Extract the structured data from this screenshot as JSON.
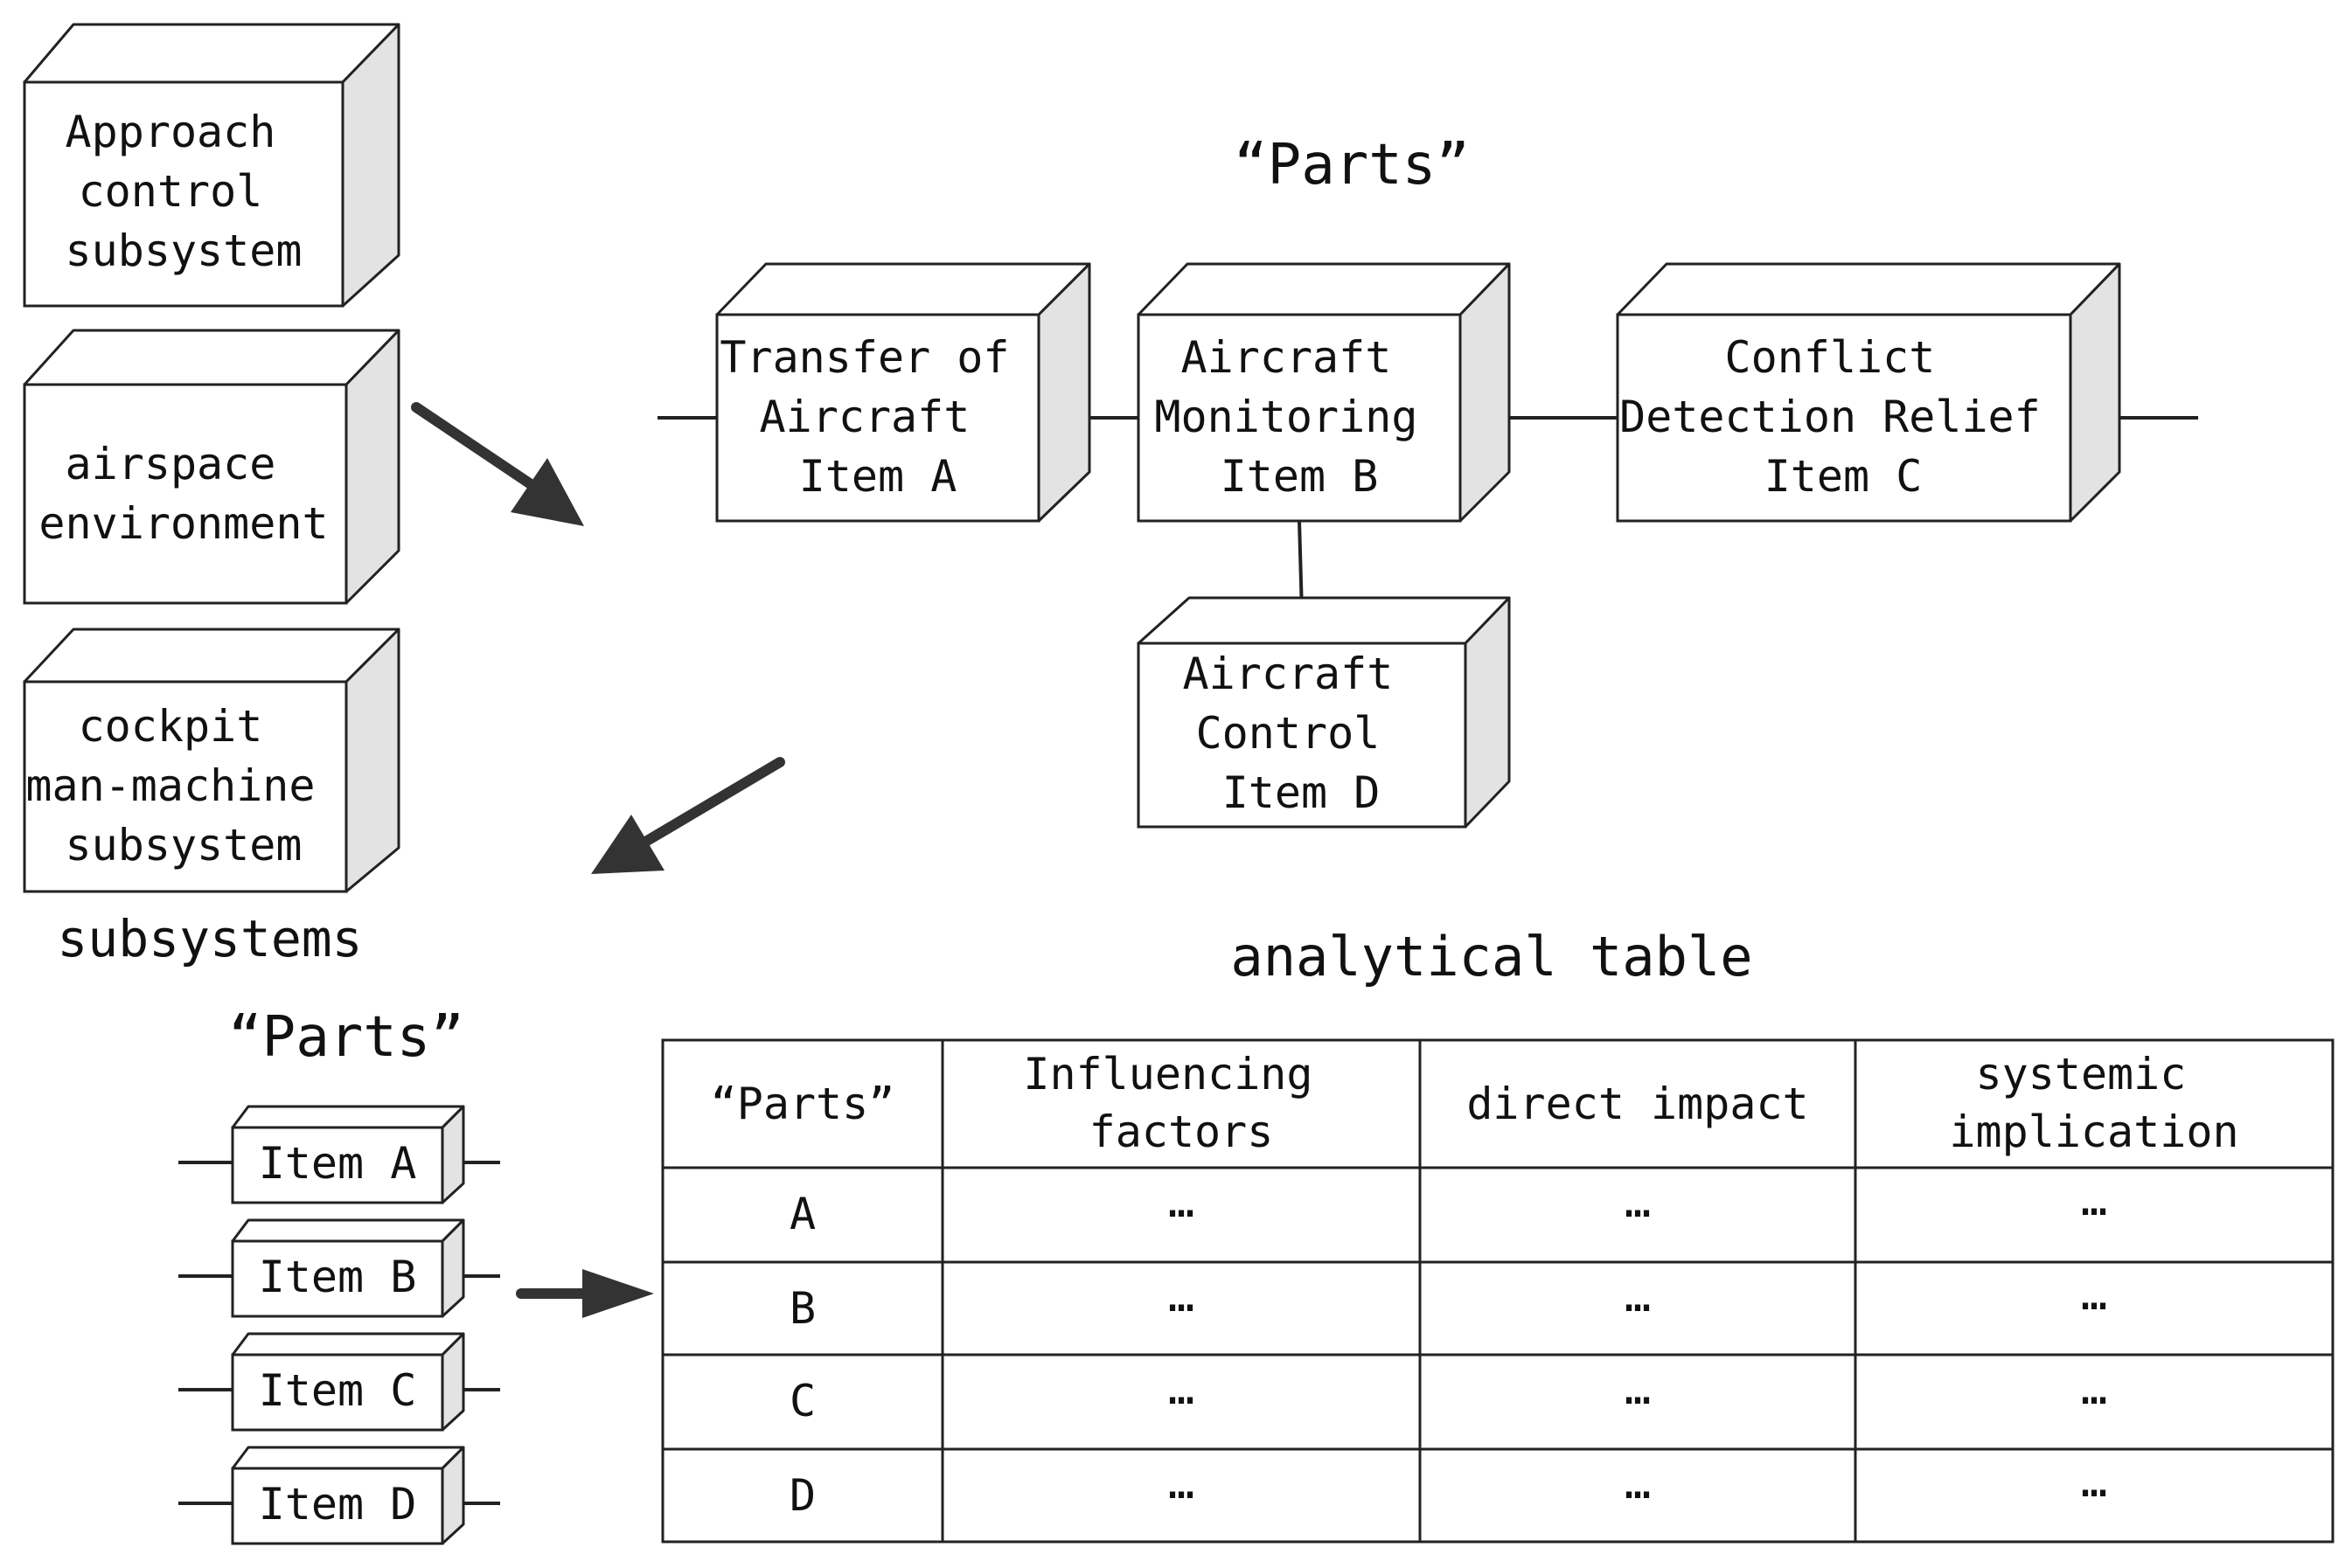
{
  "subsystems": {
    "caption": "subsystems",
    "items": [
      [
        "Approach",
        "control",
        "subsystem"
      ],
      [
        "airspace",
        "environment"
      ],
      [
        "cockpit",
        "man-machine",
        "subsystem"
      ]
    ]
  },
  "parts_network": {
    "title": "“Parts”",
    "items": [
      [
        "Transfer of",
        "Aircraft",
        "Item A"
      ],
      [
        "Aircraft",
        "Monitoring",
        "Item B"
      ],
      [
        "Conflict",
        "Detection Relief",
        "Item C"
      ],
      [
        "Aircraft",
        "Control",
        "Item D"
      ]
    ]
  },
  "parts_list": {
    "title": "“Parts”",
    "items": [
      "Item A",
      "Item B",
      "Item C",
      "Item D"
    ]
  },
  "analytical_table": {
    "title": "analytical table",
    "headers": [
      [
        "“Parts”"
      ],
      [
        "Influencing",
        "factors"
      ],
      [
        "direct impact"
      ],
      [
        "systemic",
        "implication"
      ]
    ],
    "rows": [
      [
        "A",
        "…",
        "…",
        "…"
      ],
      [
        "B",
        "…",
        "…",
        "…"
      ],
      [
        "C",
        "…",
        "…",
        "…"
      ],
      [
        "D",
        "…",
        "…",
        "…"
      ]
    ]
  }
}
